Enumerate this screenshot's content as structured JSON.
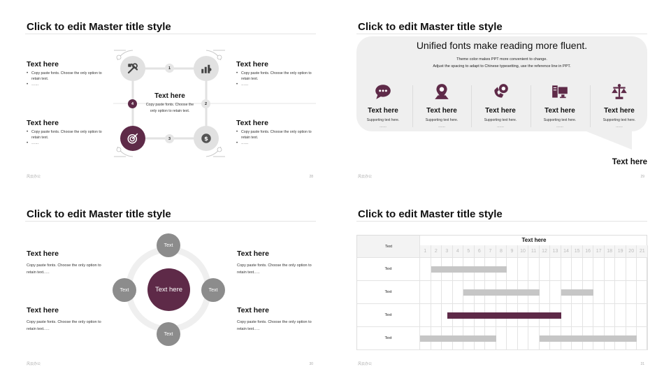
{
  "colors": {
    "accent": "#5e2a48",
    "gray_circle": "#e1e1e1",
    "gray_mid": "#8c8c8c",
    "bar_gray": "#c6c6c6",
    "bubble": "#efefef"
  },
  "slide28": {
    "title": "Click to edit Master title style",
    "footer_left": "风云办公",
    "page": "28",
    "blocks": [
      {
        "heading": "Text here",
        "bullets": [
          "Copy paste fonts. Choose the only option to retain text.",
          "……"
        ]
      },
      {
        "heading": "Text here",
        "bullets": [
          "Copy paste fonts. Choose the only option to retain text.",
          "……"
        ]
      },
      {
        "heading": "Text here",
        "bullets": [
          "Copy paste fonts. Choose the only option to retain text.",
          "……"
        ]
      },
      {
        "heading": "Text here",
        "bullets": [
          "Copy paste fonts. Choose the only option to retain text.",
          "……"
        ]
      }
    ],
    "center_heading": "Text here",
    "center_body": "Copy paste fonts. Choose the only option to retain text.",
    "numbers": [
      "1",
      "2",
      "3",
      "4"
    ],
    "icons": [
      "tools-icon",
      "chart-icon",
      "target-icon",
      "dollar-gear-icon"
    ]
  },
  "slide29": {
    "title": "Click to edit Master title style",
    "footer_left": "风云办公",
    "page": "29",
    "headline": "Unified fonts make reading more fluent.",
    "line1": "Theme color makes PPT more convenient to change.",
    "line2": "Adjust the spacing to adapt to Chinese typesetting, use the reference line in PPT.",
    "features": [
      {
        "icon": "chat-icon",
        "title": "Text here",
        "sub": "Supporting text here.",
        "dots": "……"
      },
      {
        "icon": "map-pin-icon",
        "title": "Text here",
        "sub": "Supporting text here.",
        "dots": "……"
      },
      {
        "icon": "phone-icon",
        "title": "Text here",
        "sub": "Supporting text here.",
        "dots": "……"
      },
      {
        "icon": "computer-icon",
        "title": "Text here",
        "sub": "Supporting text here.",
        "dots": "……"
      },
      {
        "icon": "scales-icon",
        "title": "Text here",
        "sub": "Supporting text here.",
        "dots": "……"
      }
    ],
    "callout": "Text here"
  },
  "slide30": {
    "title": "Click to edit Master title style",
    "footer_left": "风云办公",
    "page": "30",
    "center": "Text here",
    "satellites": [
      "Text",
      "Text",
      "Text",
      "Text"
    ],
    "blocks": [
      {
        "heading": "Text here",
        "body": "Copy paste fonts. Choose the only option to retain text.…."
      },
      {
        "heading": "Text here",
        "body": "Copy paste fonts. Choose the only option to retain text.…."
      },
      {
        "heading": "Text here",
        "body": "Copy paste fonts. Choose the only option to retain text.…."
      },
      {
        "heading": "Text here",
        "body": "Copy paste fonts. Choose the only option to retain text.…."
      }
    ]
  },
  "slide31": {
    "title": "Click to edit Master title style",
    "footer_left": "风云办公",
    "page": "31",
    "table_title": "Text here",
    "corner_label": "Text",
    "columns": [
      "1",
      "2",
      "3",
      "4",
      "5",
      "6",
      "7",
      "8",
      "9",
      "10",
      "11",
      "12",
      "13",
      "14",
      "15",
      "16",
      "17",
      "18",
      "19",
      "20",
      "21"
    ],
    "rows": [
      {
        "label": "Text",
        "bars": [
          {
            "start": 2,
            "end": 8,
            "color": "gray"
          }
        ]
      },
      {
        "label": "Text",
        "bars": [
          {
            "start": 5,
            "end": 11,
            "color": "gray"
          },
          {
            "start": 14,
            "end": 16,
            "color": "gray"
          }
        ]
      },
      {
        "label": "Text",
        "bars": [
          {
            "start": 3.5,
            "end": 13,
            "color": "accent"
          }
        ]
      },
      {
        "label": "Text",
        "bars": [
          {
            "start": 1,
            "end": 7,
            "color": "gray"
          },
          {
            "start": 12,
            "end": 20,
            "color": "gray"
          }
        ]
      }
    ]
  }
}
